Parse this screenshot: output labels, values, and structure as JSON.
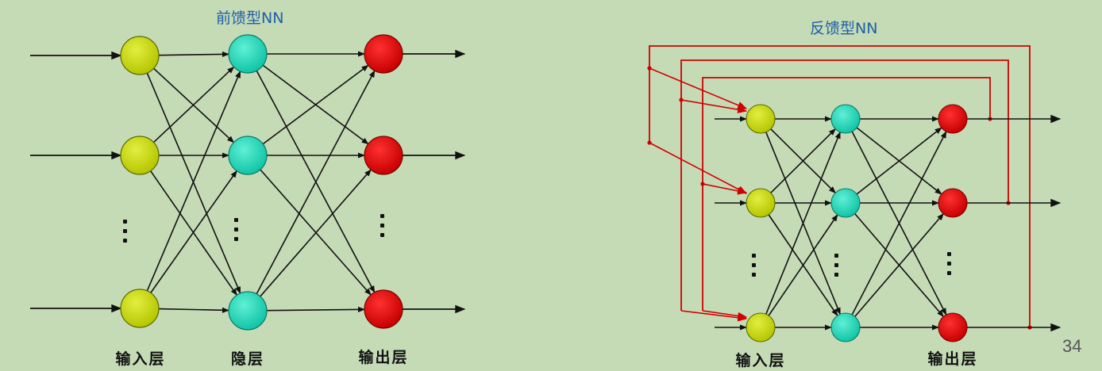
{
  "left_diagram": {
    "title": "前馈型NN",
    "labels": {
      "input": "输入层",
      "hidden": "隐层",
      "output": "输出层"
    }
  },
  "right_diagram": {
    "title": "反馈型NN",
    "labels": {
      "input": "输入层",
      "output": "输出层"
    }
  },
  "page_number": "34",
  "colors": {
    "background": "#c5dbb6",
    "input_node": "#c4d400",
    "hidden_node": "#1fd6b8",
    "output_node": "#dd0000",
    "feedback_line": "#d00000",
    "title": "#1f5fa8"
  }
}
